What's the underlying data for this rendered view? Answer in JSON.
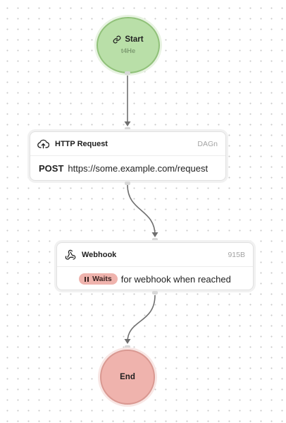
{
  "start_node": {
    "label": "Start",
    "id": "t4He",
    "icon": "link-icon"
  },
  "http_node": {
    "title": "HTTP Request",
    "id": "DAGn",
    "icon": "cloud-upload-icon",
    "method": "POST",
    "url": "https://some.example.com/request"
  },
  "webhook_node": {
    "title": "Webhook",
    "id": "915B",
    "icon": "webhook-icon",
    "status_badge": "Waits",
    "status_text": "for webhook when reached"
  },
  "end_node": {
    "label": "End"
  },
  "colors": {
    "start_fill": "#b9dfa8",
    "end_fill": "#efb3ad",
    "waits_badge": "#efb3ad",
    "edge": "#6f6f6f"
  }
}
